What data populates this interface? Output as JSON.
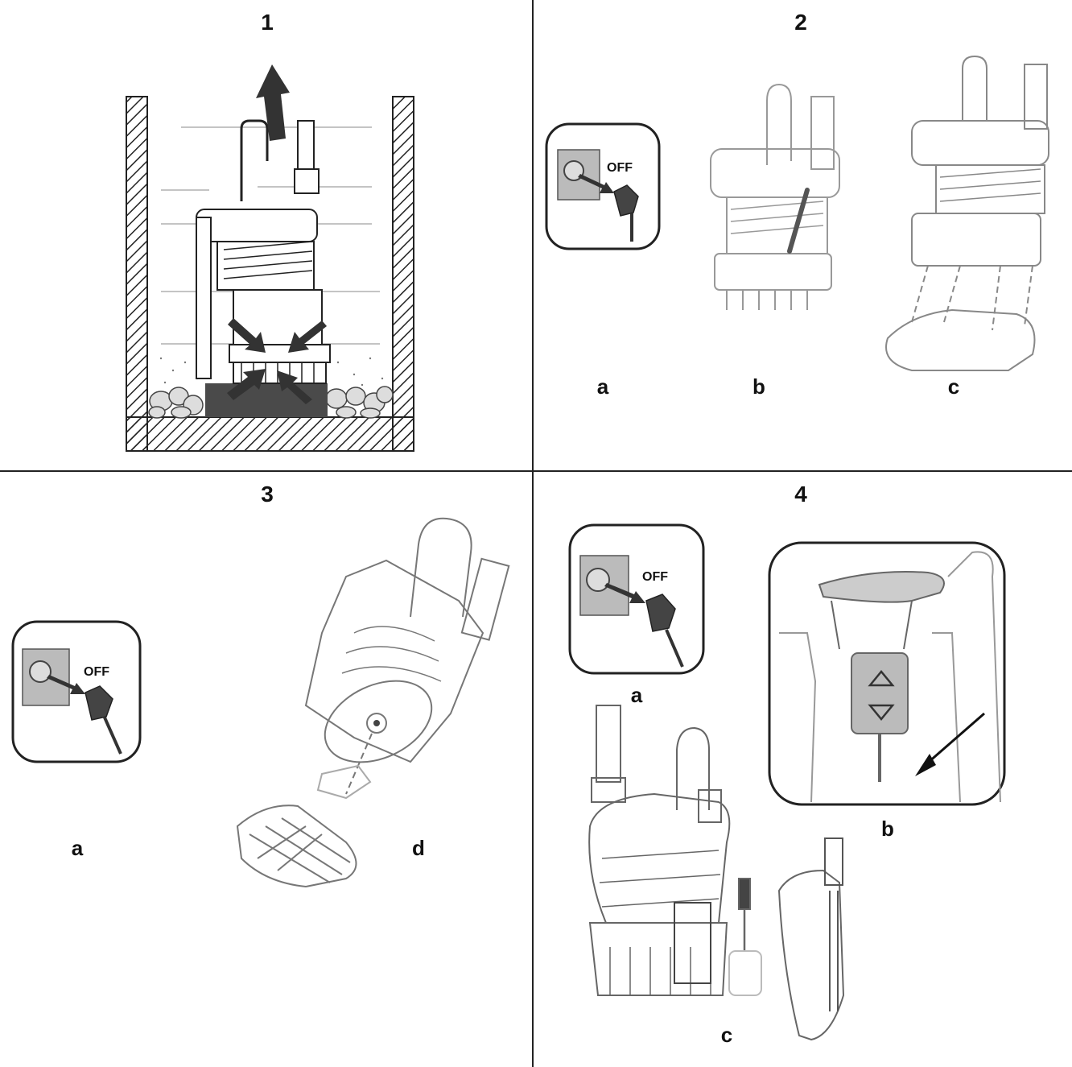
{
  "panels": [
    {
      "number": "1"
    },
    {
      "number": "2",
      "labels": [
        "a",
        "b",
        "c"
      ],
      "off_text": "OFF"
    },
    {
      "number": "3",
      "labels": [
        "a",
        "d"
      ],
      "off_text": "OFF"
    },
    {
      "number": "4",
      "labels": [
        "a",
        "b",
        "c"
      ],
      "off_text": "OFF"
    }
  ]
}
